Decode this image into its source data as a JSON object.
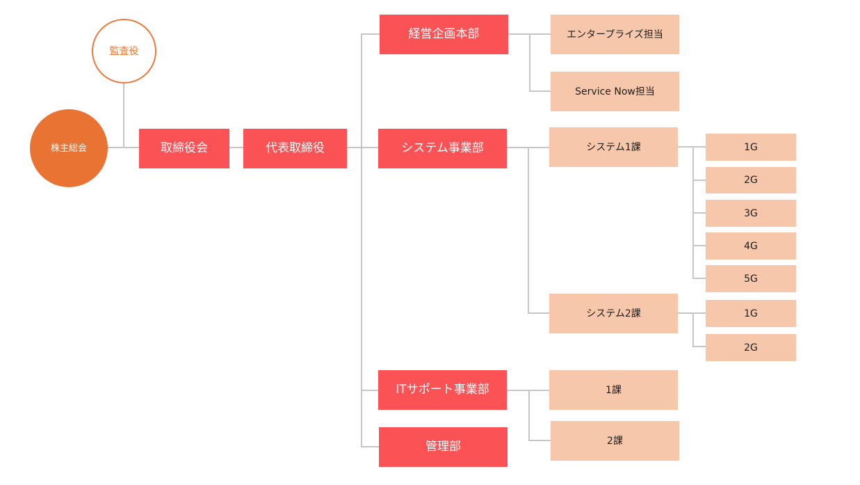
{
  "colors": {
    "primary": "#fb5256",
    "secondary": "#f6c7aa",
    "circle_filled": "#e97333",
    "circle_outline": "#e97a3c",
    "connector": "#c6c6c6"
  },
  "org": {
    "shareholders": "株主総会",
    "auditor": "監査役",
    "board": "取締役会",
    "representative_director": "代表取締役",
    "divisions": {
      "planning": {
        "label": "経営企画本部",
        "children": [
          "エンタープライズ担当",
          "Service Now担当"
        ]
      },
      "system": {
        "label": "システム事業部",
        "sections": [
          {
            "label": "システム1課",
            "groups": [
              "1G",
              "2G",
              "3G",
              "4G",
              "5G"
            ]
          },
          {
            "label": "システム2課",
            "groups": [
              "1G",
              "2G"
            ]
          }
        ]
      },
      "it_support": {
        "label": "ITサポート事業部",
        "children": [
          "1課",
          "2課"
        ]
      },
      "admin": {
        "label": "管理部"
      }
    }
  }
}
